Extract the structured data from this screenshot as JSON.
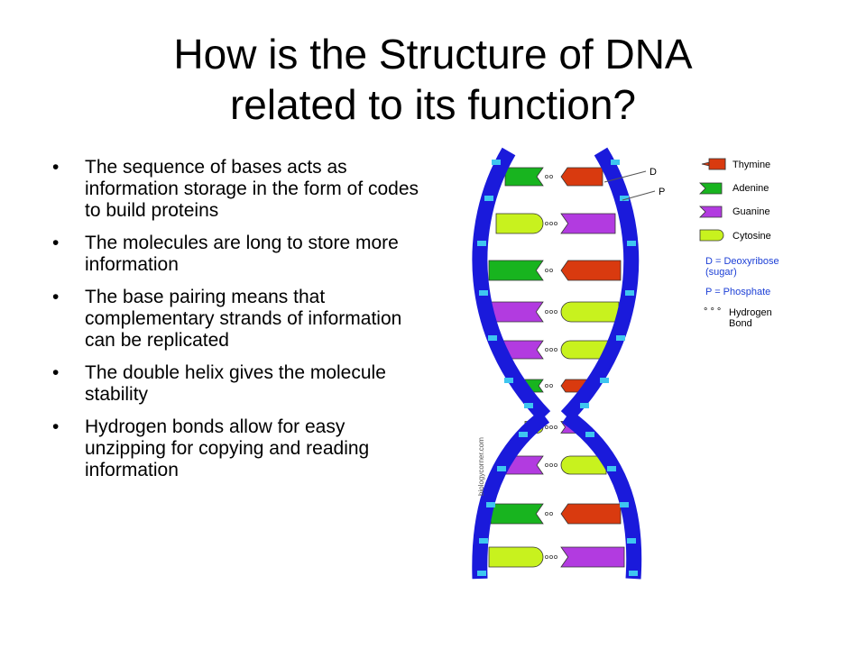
{
  "slide": {
    "title_line1": "How is the Structure of DNA",
    "title_line2": "related to its function?",
    "bullet_glyph": "•",
    "bullets": [
      "The sequence of bases acts as information storage in the form of codes to build proteins",
      "The molecules are long to store more information",
      "The base pairing means that complementary strands of information can be replicated",
      "The double helix gives the molecule stability",
      "Hydrogen bonds allow for easy unzipping for copying and reading information"
    ]
  },
  "diagram": {
    "pointer_d": "D",
    "pointer_p": "P",
    "watermark": "biologycorner.com",
    "hbond_symbol": "° ° °",
    "legend": {
      "thymine": "Thymine",
      "adenine": "Adenine",
      "guanine": "Guanine",
      "cytosine": "Cytosine",
      "d_line1": "D = Deoxyribose",
      "d_line2": "(sugar)",
      "p_line": "P = Phosphate",
      "hbond_line1": "Hydrogen",
      "hbond_line2": "Bond"
    },
    "colors": {
      "backbone": "#1a1adb",
      "phosphate": "#3ec6f0",
      "thymine": "#d93a0f",
      "adenine": "#18b41f",
      "guanine": "#b23be0",
      "cytosine": "#c8f21e"
    }
  }
}
